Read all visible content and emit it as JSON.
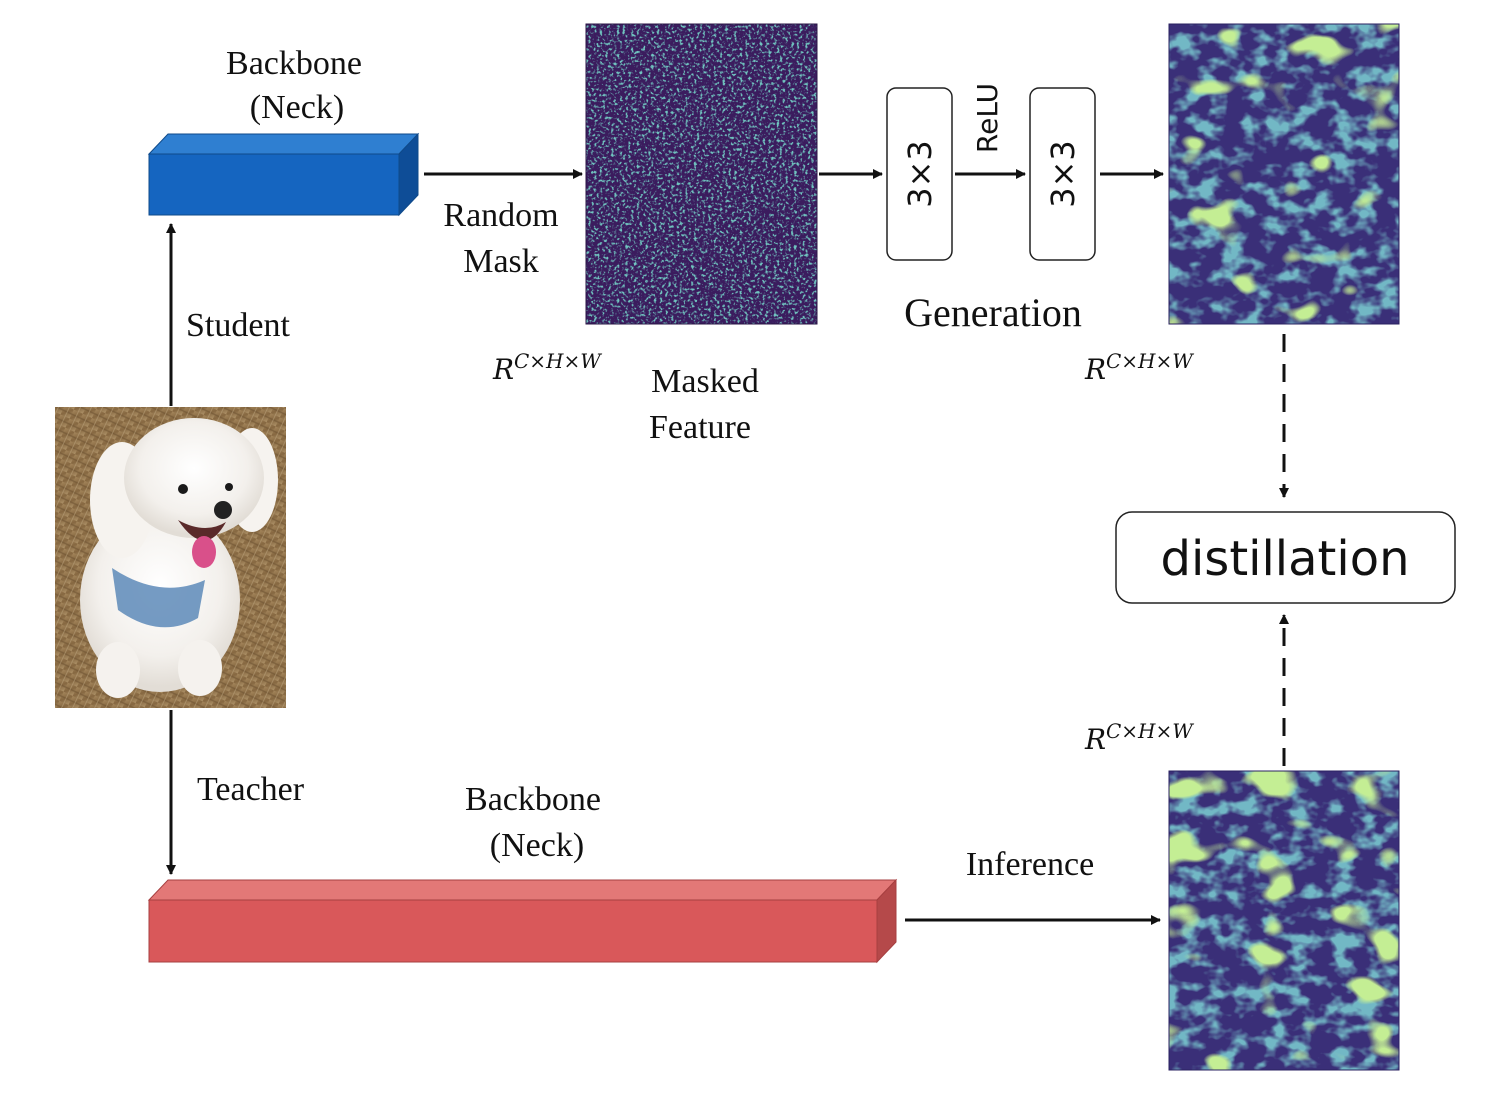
{
  "labels": {
    "student_backbone_line1": "Backbone",
    "student_backbone_line2": "(Neck)",
    "random_mask_line1": "Random",
    "random_mask_line2": "Mask",
    "student": "Student",
    "teacher": "Teacher",
    "masked_feature_line1": "Masked",
    "masked_feature_line2": "Feature",
    "dim_base": "R",
    "dim_sup": "C×H×W",
    "conv1": "3×3",
    "conv2": "3×3",
    "relu": "ReLU",
    "generation": "Generation",
    "distillation": "distillation",
    "teacher_backbone_line1": "Backbone",
    "teacher_backbone_line2": "(Neck)",
    "inference": "Inference"
  },
  "colors": {
    "student_block": "#1565c0",
    "teacher_block": "#d9585a",
    "feature_map_bg": "#3b1c5e",
    "feature_map_accent": "#2aa08a",
    "feature_map_highlight": "#9bd24a"
  }
}
